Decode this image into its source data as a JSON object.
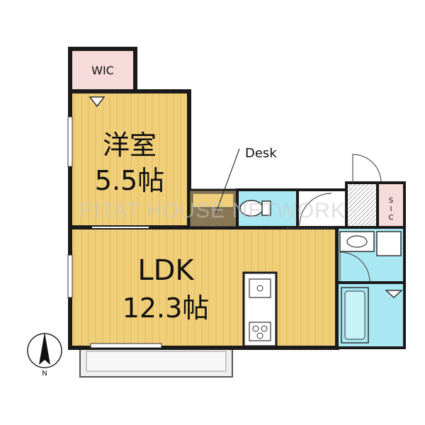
{
  "floorplan": {
    "rooms": {
      "wic": {
        "label": "WIC"
      },
      "western_room": {
        "name": "洋室",
        "size": "5.5帖"
      },
      "ldk": {
        "name": "LDK",
        "size": "12.3帖"
      },
      "storage": {
        "label": "S\nI\nC",
        "line1": "S",
        "line2": "I",
        "line3": "C"
      }
    },
    "annotations": {
      "desk": "Desk"
    },
    "compass": {
      "north": "N"
    },
    "watermark": "PITAT HOUSE NETWORK"
  },
  "colors": {
    "wood_floor": "#f0cf7a",
    "wood_stripe": "#e6bc58",
    "wall": "#1a1a1a",
    "wet_area": "#a9e8f2",
    "wic_pink": "#f7dada",
    "sic_pink": "#f7dada",
    "balcony": "#efefef"
  }
}
